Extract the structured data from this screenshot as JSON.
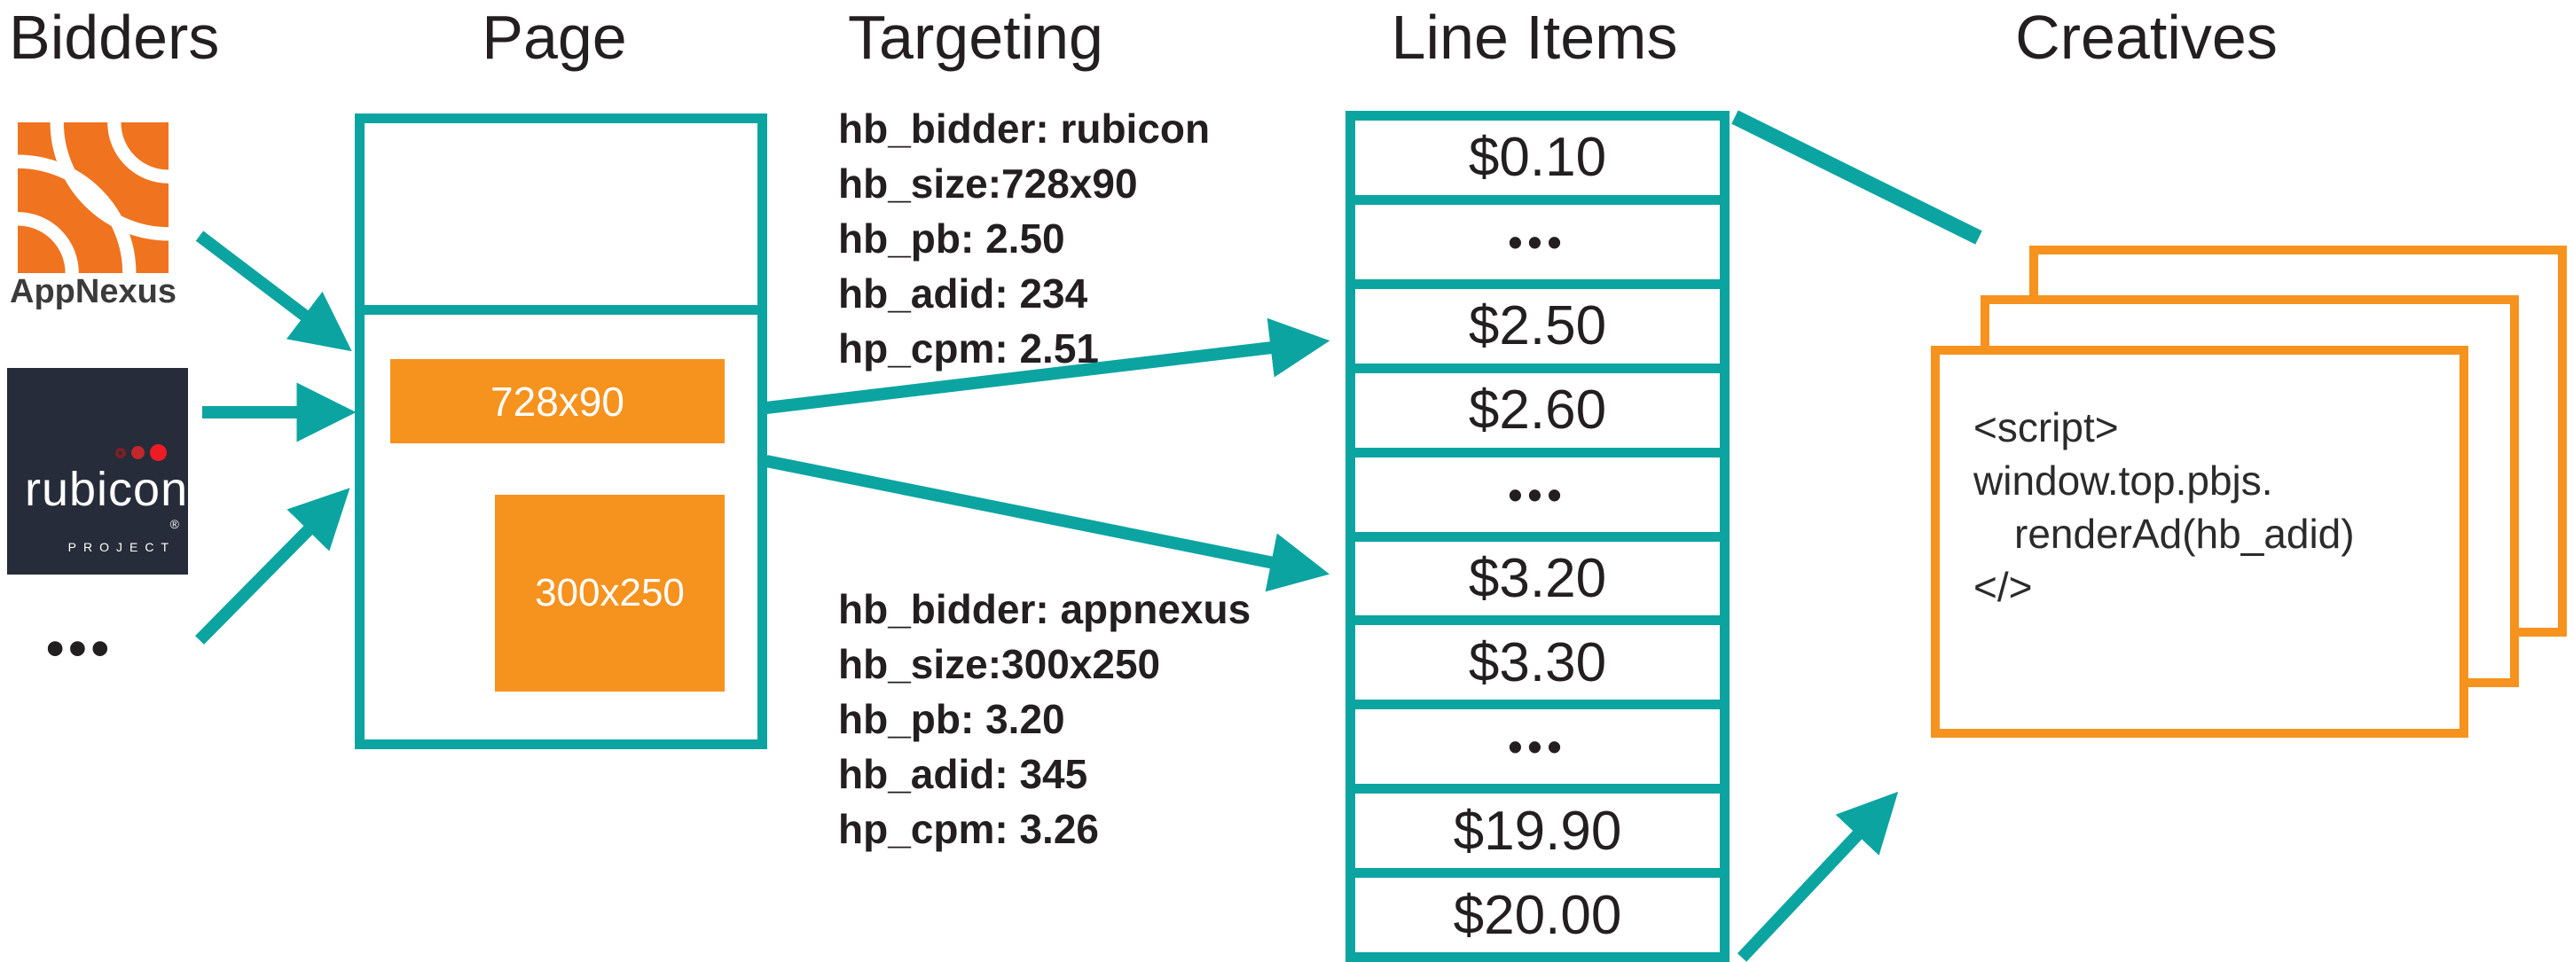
{
  "titles": {
    "bidders": "Bidders",
    "page": "Page",
    "targeting": "Targeting",
    "line_items": "Line Items",
    "creatives": "Creatives"
  },
  "bidders": {
    "appnexus": {
      "label": "AppNexus"
    },
    "rubicon": {
      "label": "rubicon",
      "registered": "®",
      "subtitle": "PROJECT"
    },
    "more": "•••"
  },
  "page": {
    "ad_slots": [
      {
        "size": "728x90"
      },
      {
        "size": "300x250"
      }
    ]
  },
  "targeting": {
    "rubicon_block": {
      "lines": [
        "hb_bidder: rubicon",
        "hb_size:728x90",
        "hb_pb: 2.50",
        "hb_adid: 234",
        "hp_cpm: 2.51"
      ]
    },
    "appnexus_block": {
      "lines": [
        "hb_bidder: appnexus",
        "hb_size:300x250",
        "hb_pb: 3.20",
        "hb_adid: 345",
        "hp_cpm: 3.26"
      ]
    }
  },
  "line_items": {
    "rows": [
      "$0.10",
      "•••",
      "$2.50",
      "$2.60",
      "•••",
      "$3.20",
      "$3.30",
      "•••",
      "$19.90",
      "$20.00"
    ]
  },
  "creatives": {
    "script_lines": [
      "<script>",
      "window.top.pbjs.",
      "renderAd(hb_adid)",
      "</>"
    ]
  },
  "colors": {
    "teal": "#0CA4A1",
    "orange": "#F6921E",
    "appnexus_orange": "#F0731F",
    "rubicon_bg": "#262C39",
    "text": "#231F20"
  }
}
